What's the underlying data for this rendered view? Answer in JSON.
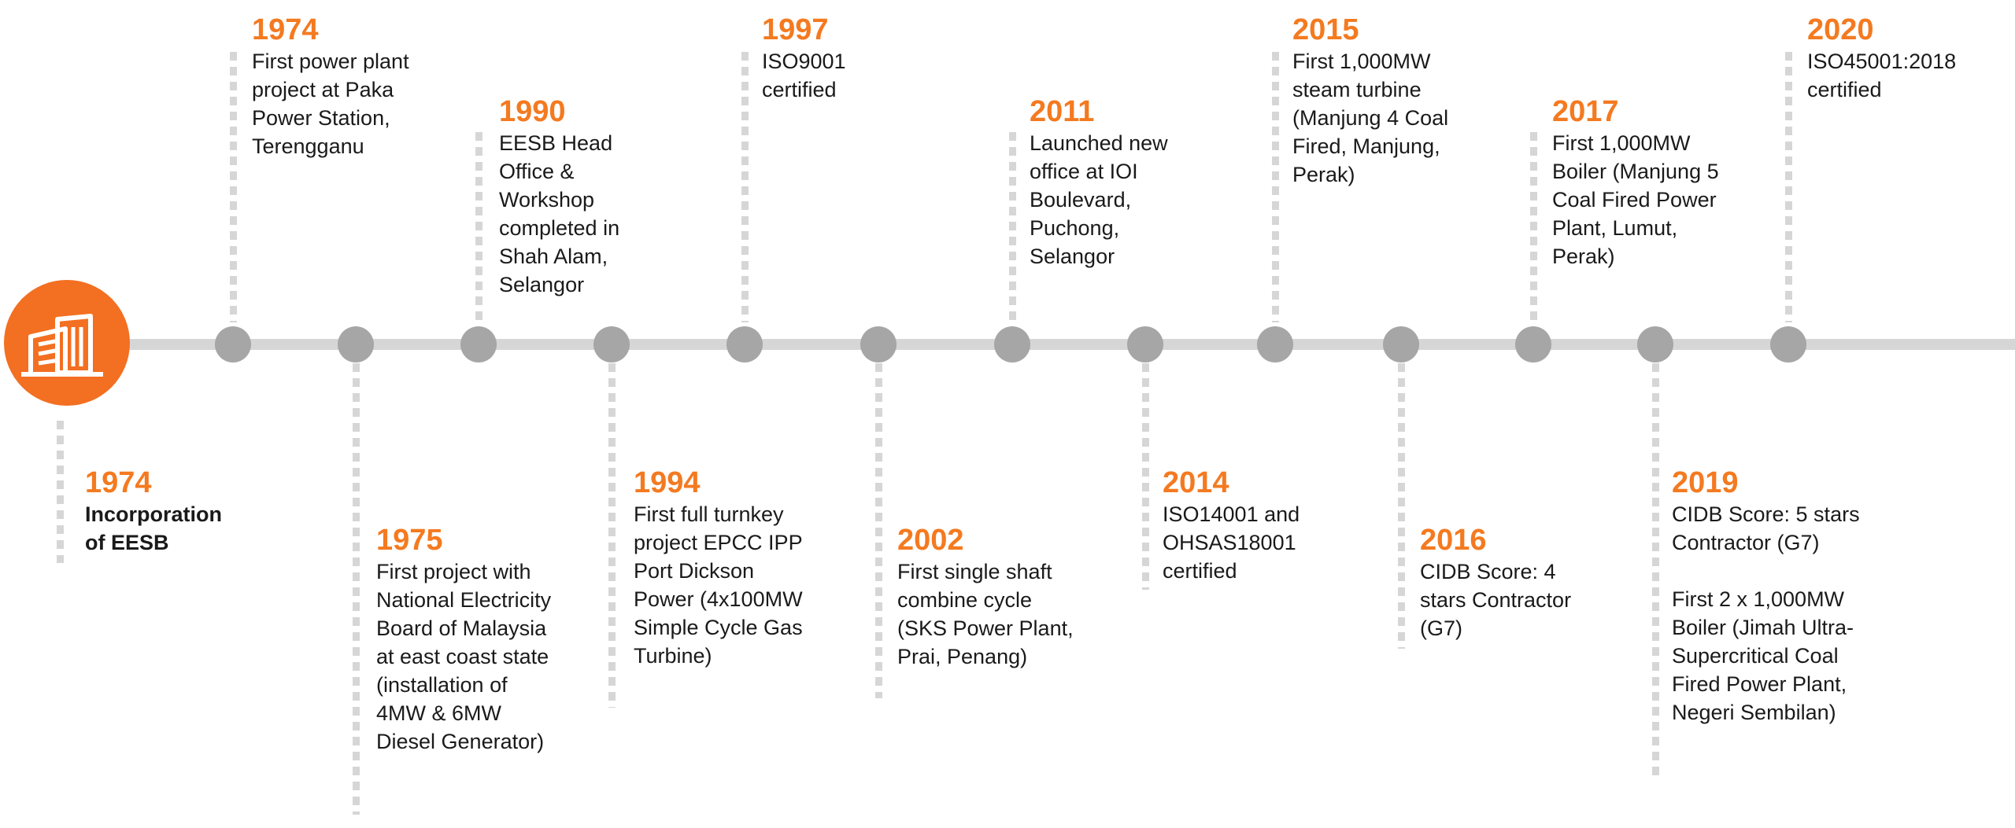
{
  "colors": {
    "accent": "#f47a20",
    "axis": "#d6d6d6",
    "node": "#a6a6a6",
    "text": "#1a1a1a"
  },
  "start_icon": "building-icon",
  "events": [
    {
      "year": "1974",
      "desc": [
        "Incorporation of EESB"
      ],
      "bold": true,
      "pos": "below"
    },
    {
      "year": "1974",
      "desc": [
        "First power plant project at Paka Power Station, Terengganu"
      ],
      "pos": "above"
    },
    {
      "year": "1975",
      "desc": [
        "First project with National Electricity Board of Malaysia at east coast state (installation of 4MW & 6MW Diesel Generator)"
      ],
      "pos": "below"
    },
    {
      "year": "1990",
      "desc": [
        "EESB Head Office & Workshop completed in Shah Alam, Selangor"
      ],
      "pos": "above"
    },
    {
      "year": "1994",
      "desc": [
        "First full turnkey project EPCC IPP Port Dickson Power (4x100MW Simple Cycle Gas Turbine)"
      ],
      "pos": "below"
    },
    {
      "year": "1997",
      "desc": [
        "ISO9001 certified"
      ],
      "pos": "above"
    },
    {
      "year": "2002",
      "desc": [
        "First single shaft combine cycle (SKS Power Plant, Prai, Penang)"
      ],
      "pos": "below"
    },
    {
      "year": "2011",
      "desc": [
        "Launched new office at IOI Boulevard, Puchong, Selangor"
      ],
      "pos": "above"
    },
    {
      "year": "2014",
      "desc": [
        "ISO14001 and OHSAS18001 certified"
      ],
      "pos": "below"
    },
    {
      "year": "2015",
      "desc": [
        "First 1,000MW steam turbine (Manjung 4 Coal Fired, Manjung, Perak)"
      ],
      "pos": "above"
    },
    {
      "year": "2016",
      "desc": [
        "CIDB Score: 4 stars Contractor (G7)"
      ],
      "pos": "below"
    },
    {
      "year": "2017",
      "desc": [
        "First 1,000MW Boiler (Manjung 5 Coal Fired Power Plant, Lumut, Perak)"
      ],
      "pos": "above"
    },
    {
      "year": "2019",
      "desc": [
        "CIDB Score: 5 stars Contractor (G7)",
        "First 2 x 1,000MW Boiler (Jimah Ultra-Supercritical Coal Fired Power Plant, Negeri Sembilan)"
      ],
      "pos": "below"
    },
    {
      "year": "2020",
      "desc": [
        "ISO45001:2018 certified"
      ],
      "pos": "above"
    }
  ]
}
